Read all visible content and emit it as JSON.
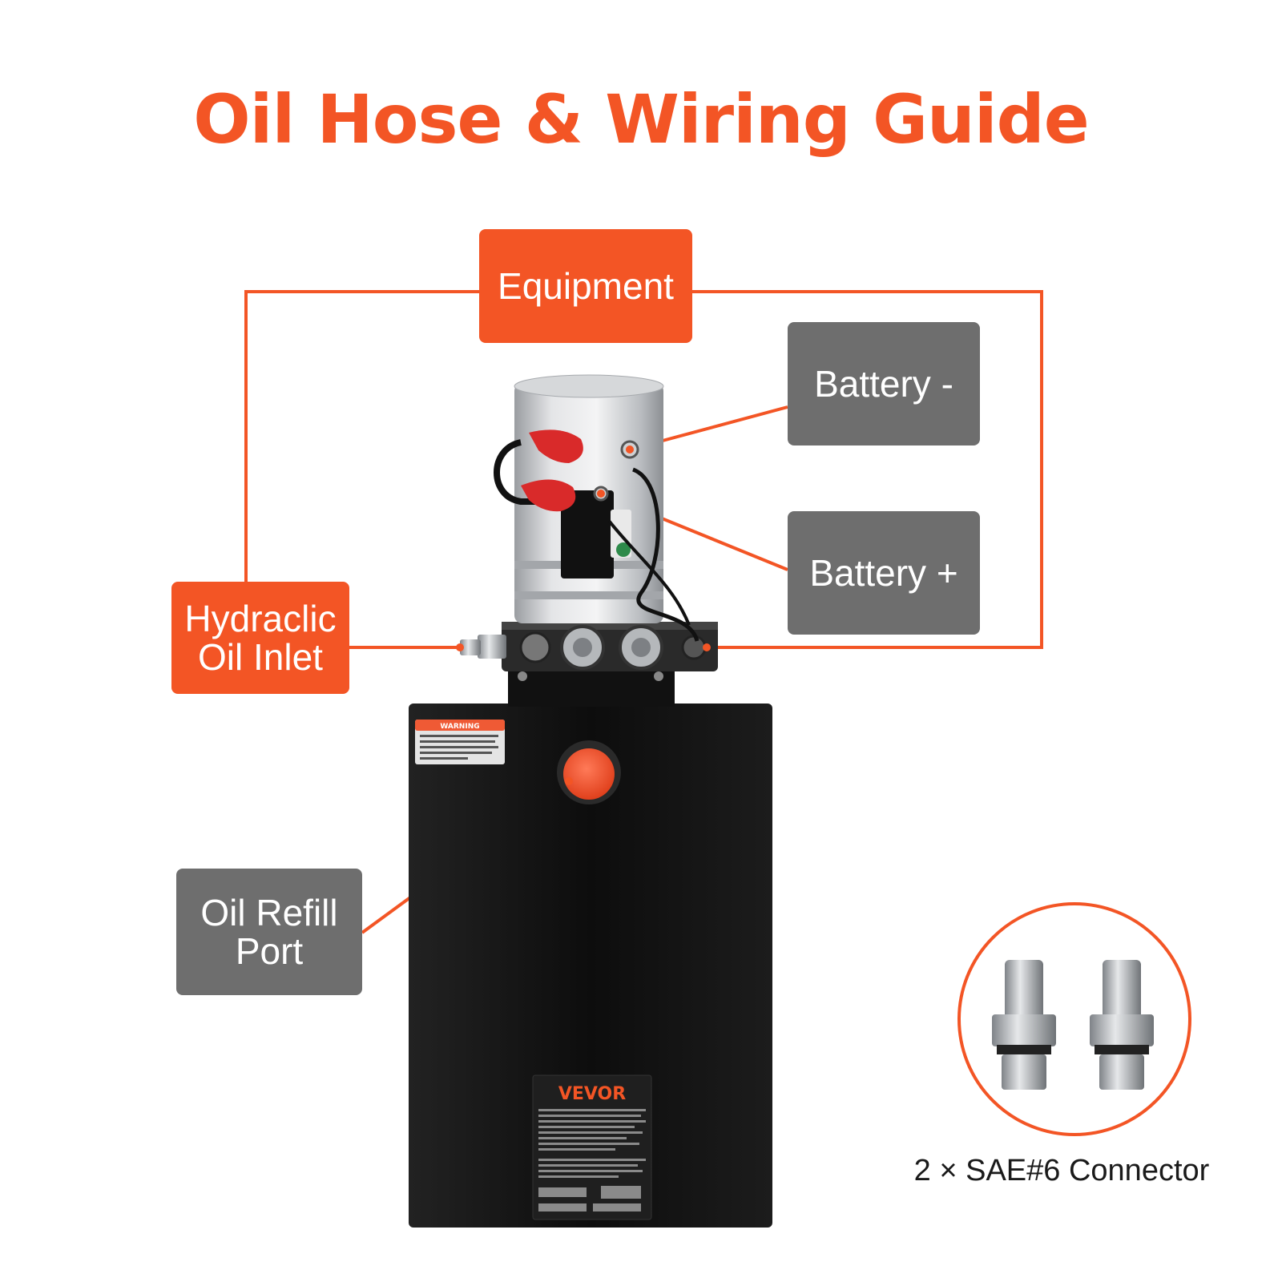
{
  "title": "Oil Hose & Wiring Guide",
  "colors": {
    "accent": "#f35525",
    "label_gray": "#6e6e6e",
    "tank": "#141414",
    "motor": "#c9cbce"
  },
  "labels": {
    "equipment": "Equipment",
    "battery_negative": "Battery -",
    "battery_positive": "Battery +",
    "oil_inlet_line1": "Hydraclic",
    "oil_inlet_line2": "Oil Inlet",
    "refill_line1": "Oil Refill",
    "refill_line2": "Port"
  },
  "tank_labels": {
    "warning": "WARNING",
    "brand": "VEVOR"
  },
  "connector_caption": "2 × SAE#6 Connector"
}
